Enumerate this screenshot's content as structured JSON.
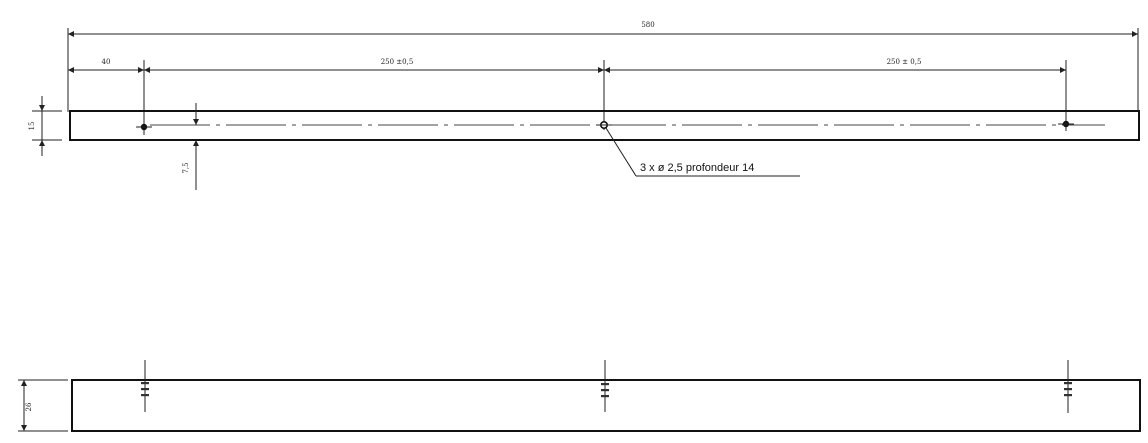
{
  "drawing": {
    "dimensions": {
      "overall_length": "580",
      "first_offset": "40",
      "spacing_1": "250 ±0,5",
      "spacing_2": "250 ± 0,5",
      "height_top_view": "15",
      "hole_offset": "7,5",
      "height_side_view": "26"
    },
    "callout": {
      "hole_note": "3 x ø 2,5 profondeur 14"
    }
  }
}
